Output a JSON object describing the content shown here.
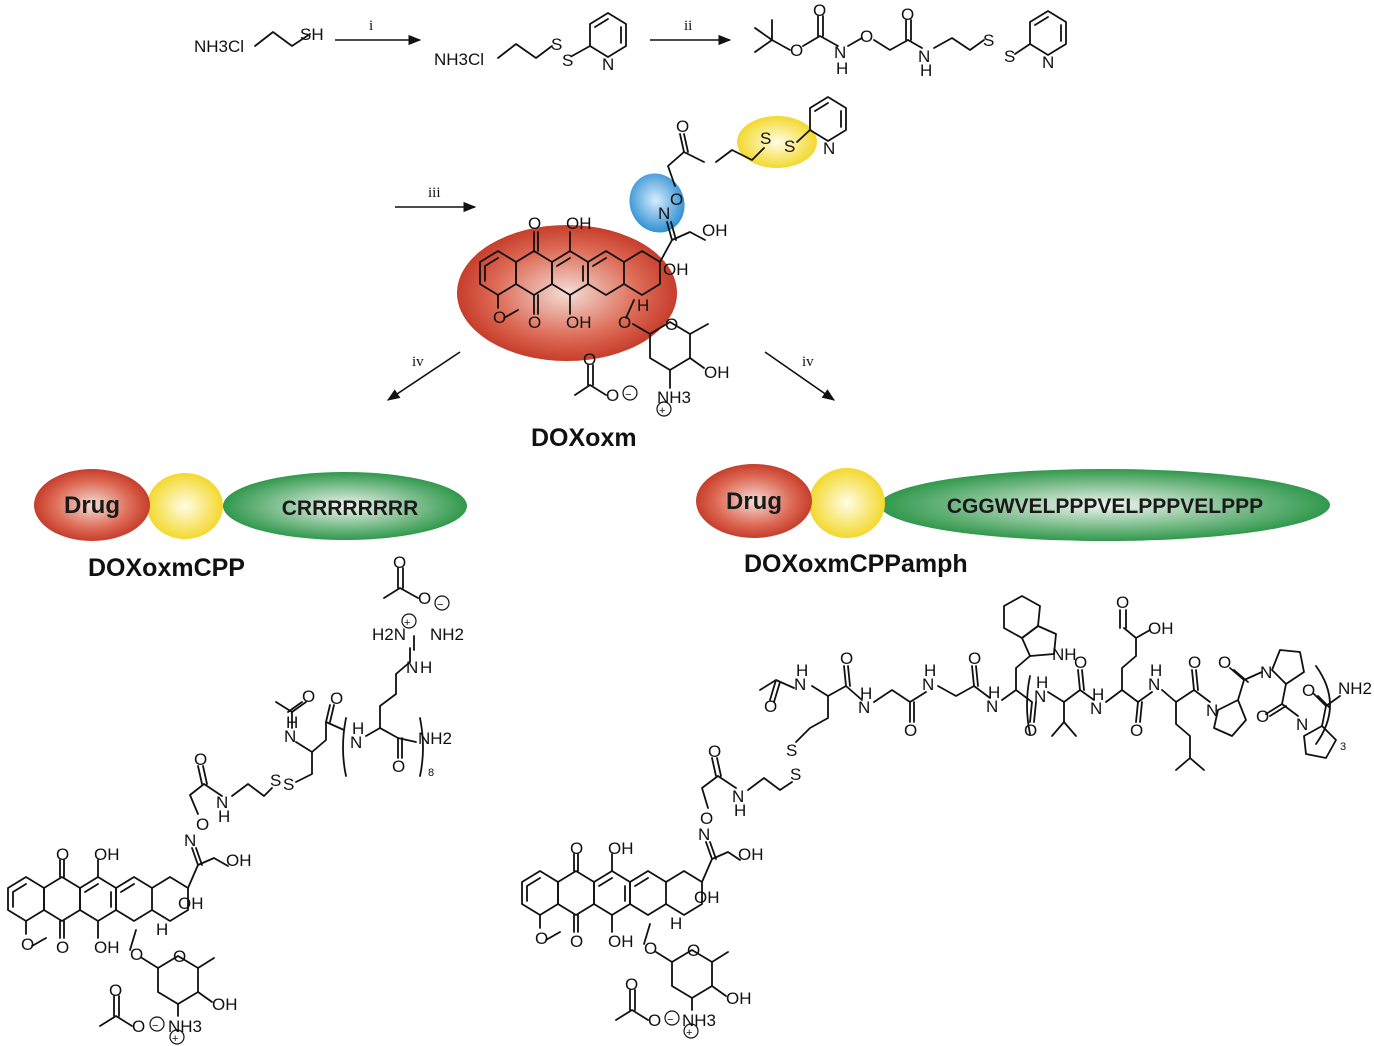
{
  "reagents": {
    "cysteamine_left": "NH3Cl",
    "cysteamine_right": "SH",
    "pyridyl_disulfide_left": "NH3Cl",
    "atom_S": "S",
    "atom_N": "N",
    "atom_O": "O",
    "atom_NH": "H",
    "boc_intermediate_N": "N",
    "boc_intermediate_NH": "H"
  },
  "steps": {
    "i": "i",
    "ii": "ii",
    "iii": "iii",
    "iv_left": "iv",
    "iv_right": "iv"
  },
  "doxoxm": {
    "name": "DOXoxm",
    "atom_OH": "OH",
    "atom_O": "O",
    "atom_H": "H",
    "atom_NH3": "NH3",
    "atom_methoxy": "O",
    "atom_N_oxime": "N",
    "atom_O_oxime": "O",
    "charge_plus": "+",
    "charge_minus": "−"
  },
  "cpp": {
    "drug_label": "Drug",
    "sequence": "CRRRRRRRR",
    "name": "DOXoxmCPP",
    "repeat": "8",
    "guanidinium_left": "H2N",
    "guanidinium_right": "NH2",
    "amide_terminal": "NH2"
  },
  "cppamph": {
    "drug_label": "Drug",
    "sequence": "CGGWVELPPPVELPPPVELPPP",
    "name": "DOXoxmCPPamph",
    "repeat": "3",
    "amide_terminal": "NH2",
    "acid": "OH",
    "indole_nh": "NH"
  },
  "colors": {
    "drug": "#c8382a",
    "linker": "#f2d51c",
    "cpp": "#1e8f3c",
    "oxime": "#2f8fd4"
  }
}
